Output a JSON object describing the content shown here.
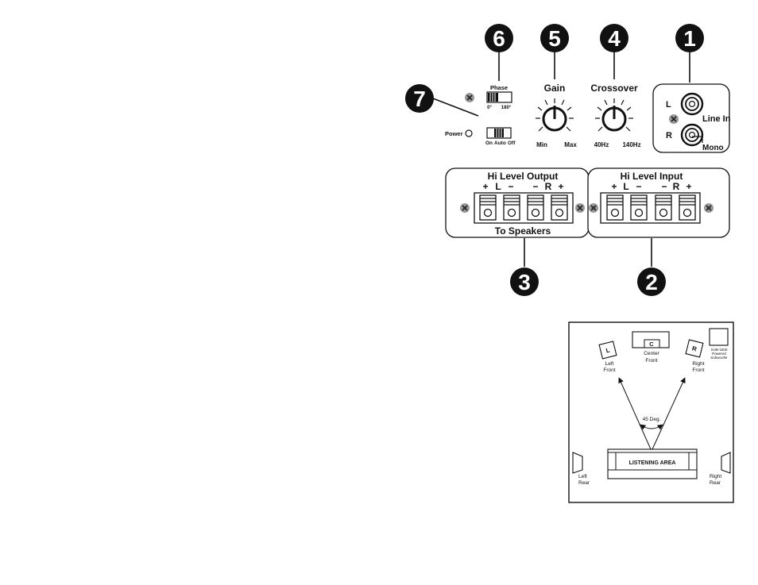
{
  "callouts": [
    "1",
    "2",
    "3",
    "4",
    "5",
    "6",
    "7"
  ],
  "controls": {
    "phase": {
      "label": "Phase",
      "left": "0°",
      "right": "180°"
    },
    "power": {
      "label": "Power",
      "options": [
        "On",
        "Auto",
        "Off"
      ]
    },
    "gain": {
      "title": "Gain",
      "min": "Min",
      "max": "Max"
    },
    "crossover": {
      "title": "Crossover",
      "min": "40Hz",
      "max": "140Hz"
    },
    "line_in": {
      "title": "Line In",
      "left": "L",
      "right": "R",
      "mono": "Mono"
    }
  },
  "terminals": {
    "output": {
      "title": "Hi Level Output",
      "caption": "To Speakers",
      "polarity": [
        "+",
        "L",
        "−",
        "−",
        "R",
        "+"
      ]
    },
    "input": {
      "title": "Hi Level Input",
      "polarity": [
        "+",
        "L",
        "−",
        "−",
        "R",
        "+"
      ]
    }
  },
  "room": {
    "center": {
      "box": "C",
      "label1": "Center",
      "label2": "Front"
    },
    "left_front": {
      "box": "L",
      "label1": "Left",
      "label2": "Front"
    },
    "right_front": {
      "box": "R",
      "label1": "Right",
      "label2": "Front"
    },
    "sub": {
      "line1": "SUB-1600",
      "line2": "Powered",
      "line3": "Subwoofer"
    },
    "angle": "45 Deg.",
    "listening": "LISTENING AREA",
    "left_rear": {
      "label1": "Left",
      "label2": "Rear"
    },
    "right_rear": {
      "label1": "Right",
      "label2": "Rear"
    }
  }
}
